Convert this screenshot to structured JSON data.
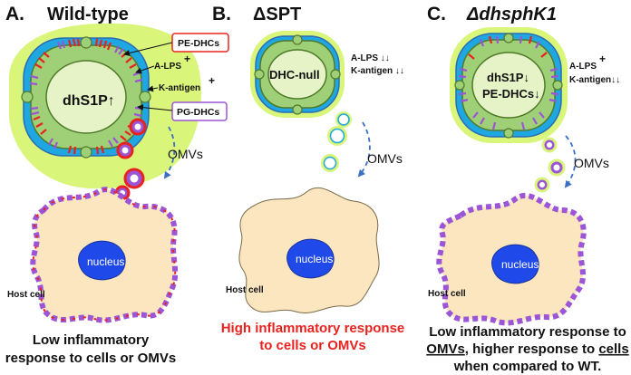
{
  "panels": {
    "a": {
      "letter": "A.",
      "title": "Wild-type",
      "cell_label": "dhS1P↑",
      "pe_label": "PE-DHCs",
      "pg_label": "PG-DHCs",
      "alps_label": "A-LPS",
      "alps_sign": "+",
      "kantigen_label": "K-antigen",
      "kantigen_sign": "+",
      "omv_label": "OMVs",
      "nucleus_label": "nucleus",
      "host_label": "Host cell",
      "caption_line1": "Low inflammatory",
      "caption_line2": "response to cells or OMVs"
    },
    "b": {
      "letter": "B.",
      "title": "ΔSPT",
      "cell_label": "DHC-null",
      "alps_label": "A-LPS ↓↓",
      "kantigen_label": "K-antigen ↓↓",
      "omv_label": "OMVs",
      "nucleus_label": "nucleus",
      "host_label": "Host cell",
      "caption_line1": "High inflammatory response",
      "caption_line2": "to cells or  OMVs"
    },
    "c": {
      "letter": "C.",
      "title": "ΔdhsphK1",
      "cell_label_1": "dhS1P↓",
      "cell_label_2": "PE-DHCs↓",
      "alps_label": "A-LPS",
      "alps_sign": "+",
      "kantigen_label": "K-antigen↓↓",
      "omv_label": "OMVs",
      "nucleus_label": "nucleus",
      "host_label": "Host cell",
      "caption_line1": "Low inflammatory response to",
      "caption_line2_u1": "OMVs",
      "caption_line2_mid": ", higher response to ",
      "caption_line2_u2": "cells",
      "caption_line3": "when compared to WT."
    }
  },
  "colors": {
    "capsule": "#d9f57a",
    "membrane": "#1ea7e0",
    "membrane_dark": "#2b6cb5",
    "cell_fill": "#9fd078",
    "cell_inner": "#e6f3c6",
    "cell_stroke": "#4f7a2a",
    "pe_red": "#e8231f",
    "pg_purple": "#9b55d6",
    "host_fill": "#fbe6c0",
    "nucleus": "#1f49e8",
    "arrow": "#3a6fc4",
    "caption_red": "#e8231f"
  }
}
